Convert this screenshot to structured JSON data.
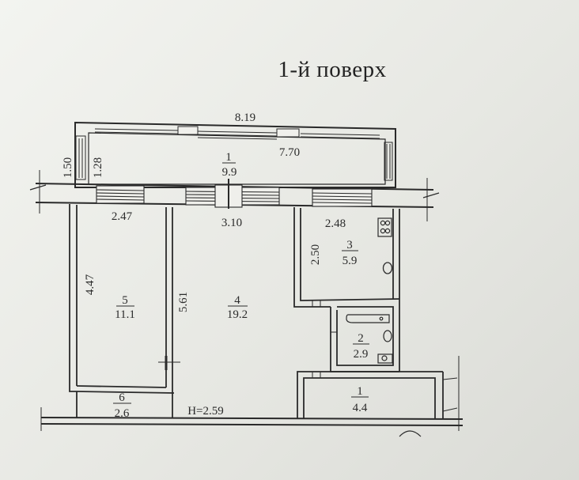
{
  "floor_label": "1-й поверх",
  "ceiling_height": "H=2.59",
  "balcony": {
    "outer_length": "8.19",
    "inner_length": "7.70",
    "outer_depth": "1.50",
    "inner_depth": "1.28"
  },
  "rooms": [
    {
      "number": "1",
      "area": "9.9"
    },
    {
      "number": "5",
      "area": "11.1"
    },
    {
      "number": "4",
      "area": "19.2"
    },
    {
      "number": "3",
      "area": "5.9"
    },
    {
      "number": "2",
      "area": "2.9"
    },
    {
      "number": "6",
      "area": "2.6"
    },
    {
      "number": "1",
      "area": "4.4"
    }
  ],
  "dimensions": {
    "room5_width": "2.47",
    "room4_width": "3.10",
    "room3_width": "2.48",
    "room5_length": "4.47",
    "room4_length": "5.61",
    "room3_length": "2.50"
  },
  "icons": [
    "stove-icon",
    "sink-icon",
    "bathtub-icon",
    "toilet-icon"
  ]
}
